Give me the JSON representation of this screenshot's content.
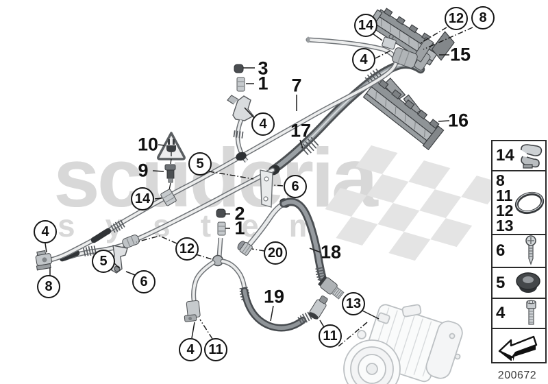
{
  "watermark": {
    "title": "scuderia",
    "subtitle": "systems"
  },
  "callouts": [
    {
      "id": "14-top",
      "label": "14"
    },
    {
      "id": "12-top",
      "label": "12"
    },
    {
      "id": "8-top",
      "label": "8"
    },
    {
      "id": "4-top",
      "label": "4"
    },
    {
      "id": "4-mid",
      "label": "4"
    },
    {
      "id": "5-top",
      "label": "5"
    },
    {
      "id": "6-mid",
      "label": "6"
    },
    {
      "id": "14-mid",
      "label": "14"
    },
    {
      "id": "4-left",
      "label": "4"
    },
    {
      "id": "5-left",
      "label": "5"
    },
    {
      "id": "12-left",
      "label": "12"
    },
    {
      "id": "8-left",
      "label": "8"
    },
    {
      "id": "6-left",
      "label": "6"
    },
    {
      "id": "20",
      "label": "20"
    },
    {
      "id": "13",
      "label": "13"
    },
    {
      "id": "11-right",
      "label": "11"
    },
    {
      "id": "4-bottom",
      "label": "4"
    },
    {
      "id": "11-bottom",
      "label": "11"
    }
  ],
  "labels": [
    {
      "id": "3",
      "label": "3"
    },
    {
      "id": "1-top",
      "label": "1"
    },
    {
      "id": "7",
      "label": "7"
    },
    {
      "id": "17",
      "label": "17"
    },
    {
      "id": "10",
      "label": "10"
    },
    {
      "id": "9",
      "label": "9"
    },
    {
      "id": "15",
      "label": "15"
    },
    {
      "id": "16",
      "label": "16"
    },
    {
      "id": "2",
      "label": "2"
    },
    {
      "id": "1-mid",
      "label": "1"
    },
    {
      "id": "18",
      "label": "18"
    },
    {
      "id": "19",
      "label": "19"
    }
  ],
  "legend": {
    "rows": [
      {
        "numbers": [
          "14"
        ],
        "icon": "pipe-clamp-icon"
      },
      {
        "numbers": [
          "8",
          "11",
          "12",
          "13"
        ],
        "icon": "o-ring-icon"
      },
      {
        "numbers": [
          "6"
        ],
        "icon": "tapping-screw-icon"
      },
      {
        "numbers": [
          "5"
        ],
        "icon": "grommet-icon"
      },
      {
        "numbers": [
          "4"
        ],
        "icon": "socket-bolt-icon"
      },
      {
        "numbers": [],
        "icon": "direction-arrow-icon"
      }
    ]
  },
  "footer": {
    "code": "200672"
  },
  "colors": {
    "watermark": "#d8d8d8",
    "flag": "#e4e4e4",
    "line": "#1b1b1b"
  }
}
